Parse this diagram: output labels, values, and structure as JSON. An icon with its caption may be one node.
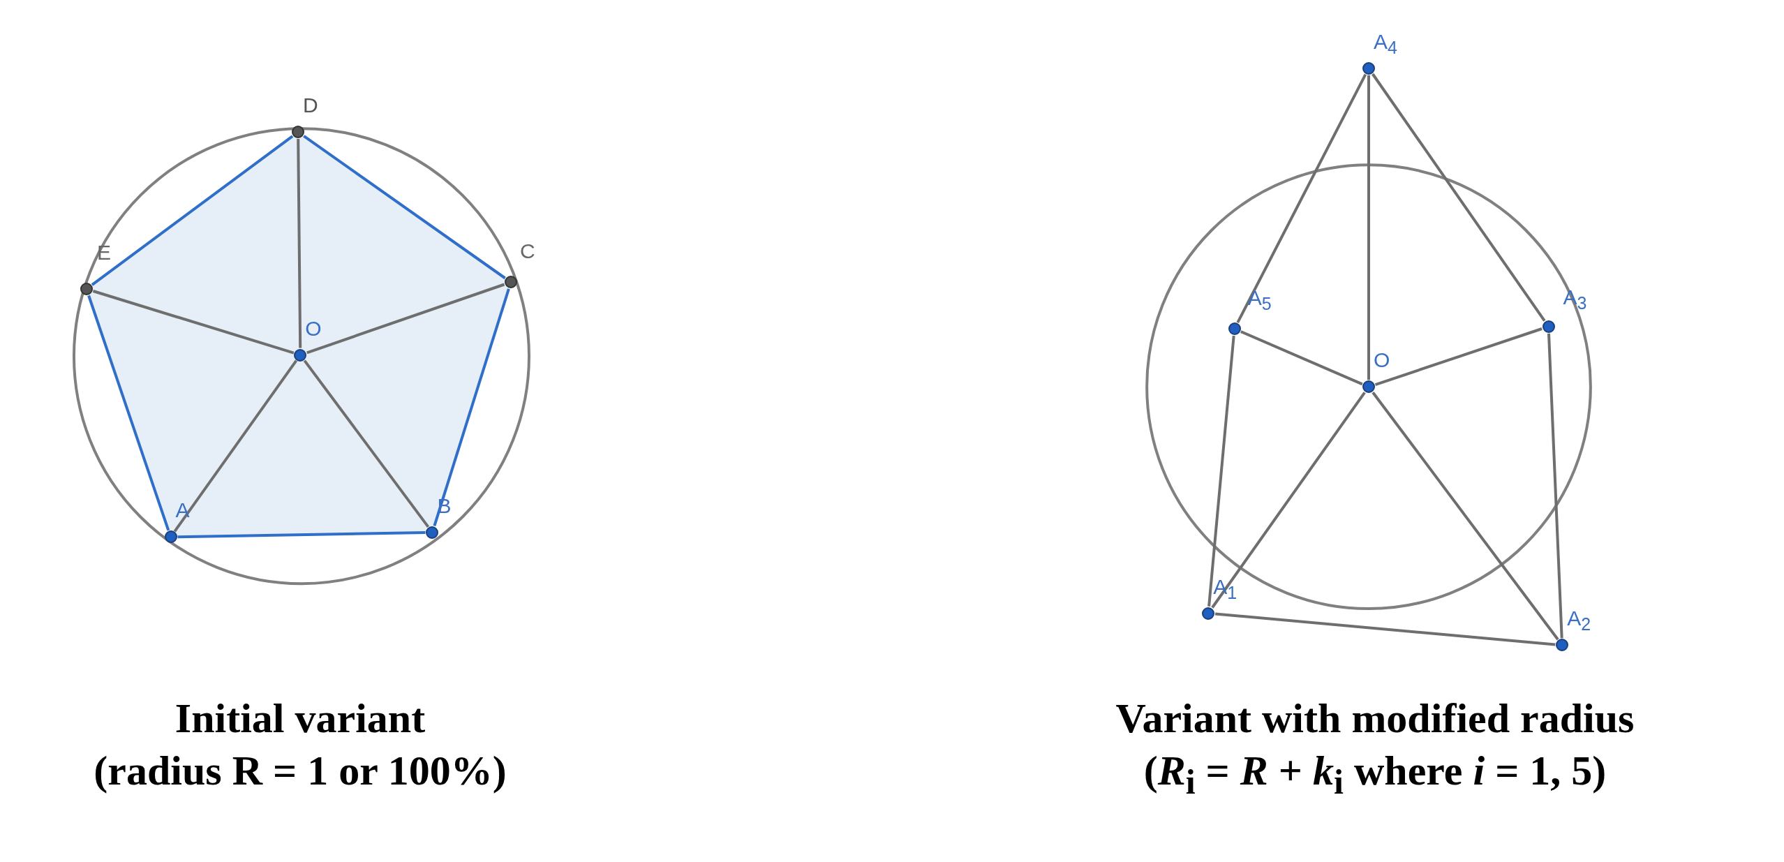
{
  "diagram": {
    "nodes": [
      {
        "text": [
          "O"
        ]
      },
      {
        "text": [
          "A"
        ]
      },
      {
        "text": [
          "B"
        ]
      },
      {
        "text": [
          "C"
        ]
      },
      {
        "text": [
          "D"
        ]
      },
      {
        "text": [
          "E"
        ]
      },
      {
        "text": [
          "O"
        ]
      },
      {
        "text": [
          "A$_{1}$"
        ]
      },
      {
        "text": [
          "A$_{2}$"
        ]
      },
      {
        "text": [
          "A$_{3}$"
        ]
      },
      {
        "text": [
          "A$_{4}$"
        ]
      },
      {
        "text": [
          "A$_{5}$"
        ]
      }
    ],
    "edges": [
      {
        "from": 1,
        "to": 2,
        "arrow": "none",
        "color": "#2f6fc9"
      },
      {
        "from": 2,
        "to": 3,
        "arrow": "none",
        "color": "#2f6fc9"
      },
      {
        "from": 3,
        "to": 4,
        "arrow": "none",
        "color": "#2f6fc9"
      },
      {
        "from": 4,
        "to": 5,
        "arrow": "none",
        "color": "#2f6fc9"
      },
      {
        "from": 5,
        "to": 1,
        "arrow": "none",
        "color": "#2f6fc9"
      },
      {
        "from": 0,
        "to": 1,
        "arrow": "none"
      },
      {
        "from": 0,
        "to": 2,
        "arrow": "none"
      },
      {
        "from": 0,
        "to": 3,
        "arrow": "none"
      },
      {
        "from": 0,
        "to": 4,
        "arrow": "none"
      },
      {
        "from": 0,
        "to": 5,
        "arrow": "none"
      },
      {
        "from": 6,
        "to": 7,
        "arrow": "none"
      },
      {
        "from": 6,
        "to": 8,
        "arrow": "none"
      },
      {
        "from": 6,
        "to": 9,
        "arrow": "none"
      },
      {
        "from": 6,
        "to": 10,
        "arrow": "none"
      },
      {
        "from": 6,
        "to": 11,
        "arrow": "none"
      },
      {
        "from": 7,
        "to": 8,
        "arrow": "none"
      },
      {
        "from": 8,
        "to": 9,
        "arrow": "none"
      },
      {
        "from": 9,
        "to": 10,
        "arrow": "none"
      },
      {
        "from": 10,
        "to": 11,
        "arrow": "none"
      },
      {
        "from": 11,
        "to": 7,
        "arrow": "none"
      }
    ],
    "labels": [
      "Initial variant",
      "(radius R = 1 or 100%)",
      "Variant with modified radius",
      "(*R*$_{i}$ = *R* + *k*$_{i}$ where *i* = 1, 5)"
    ]
  }
}
